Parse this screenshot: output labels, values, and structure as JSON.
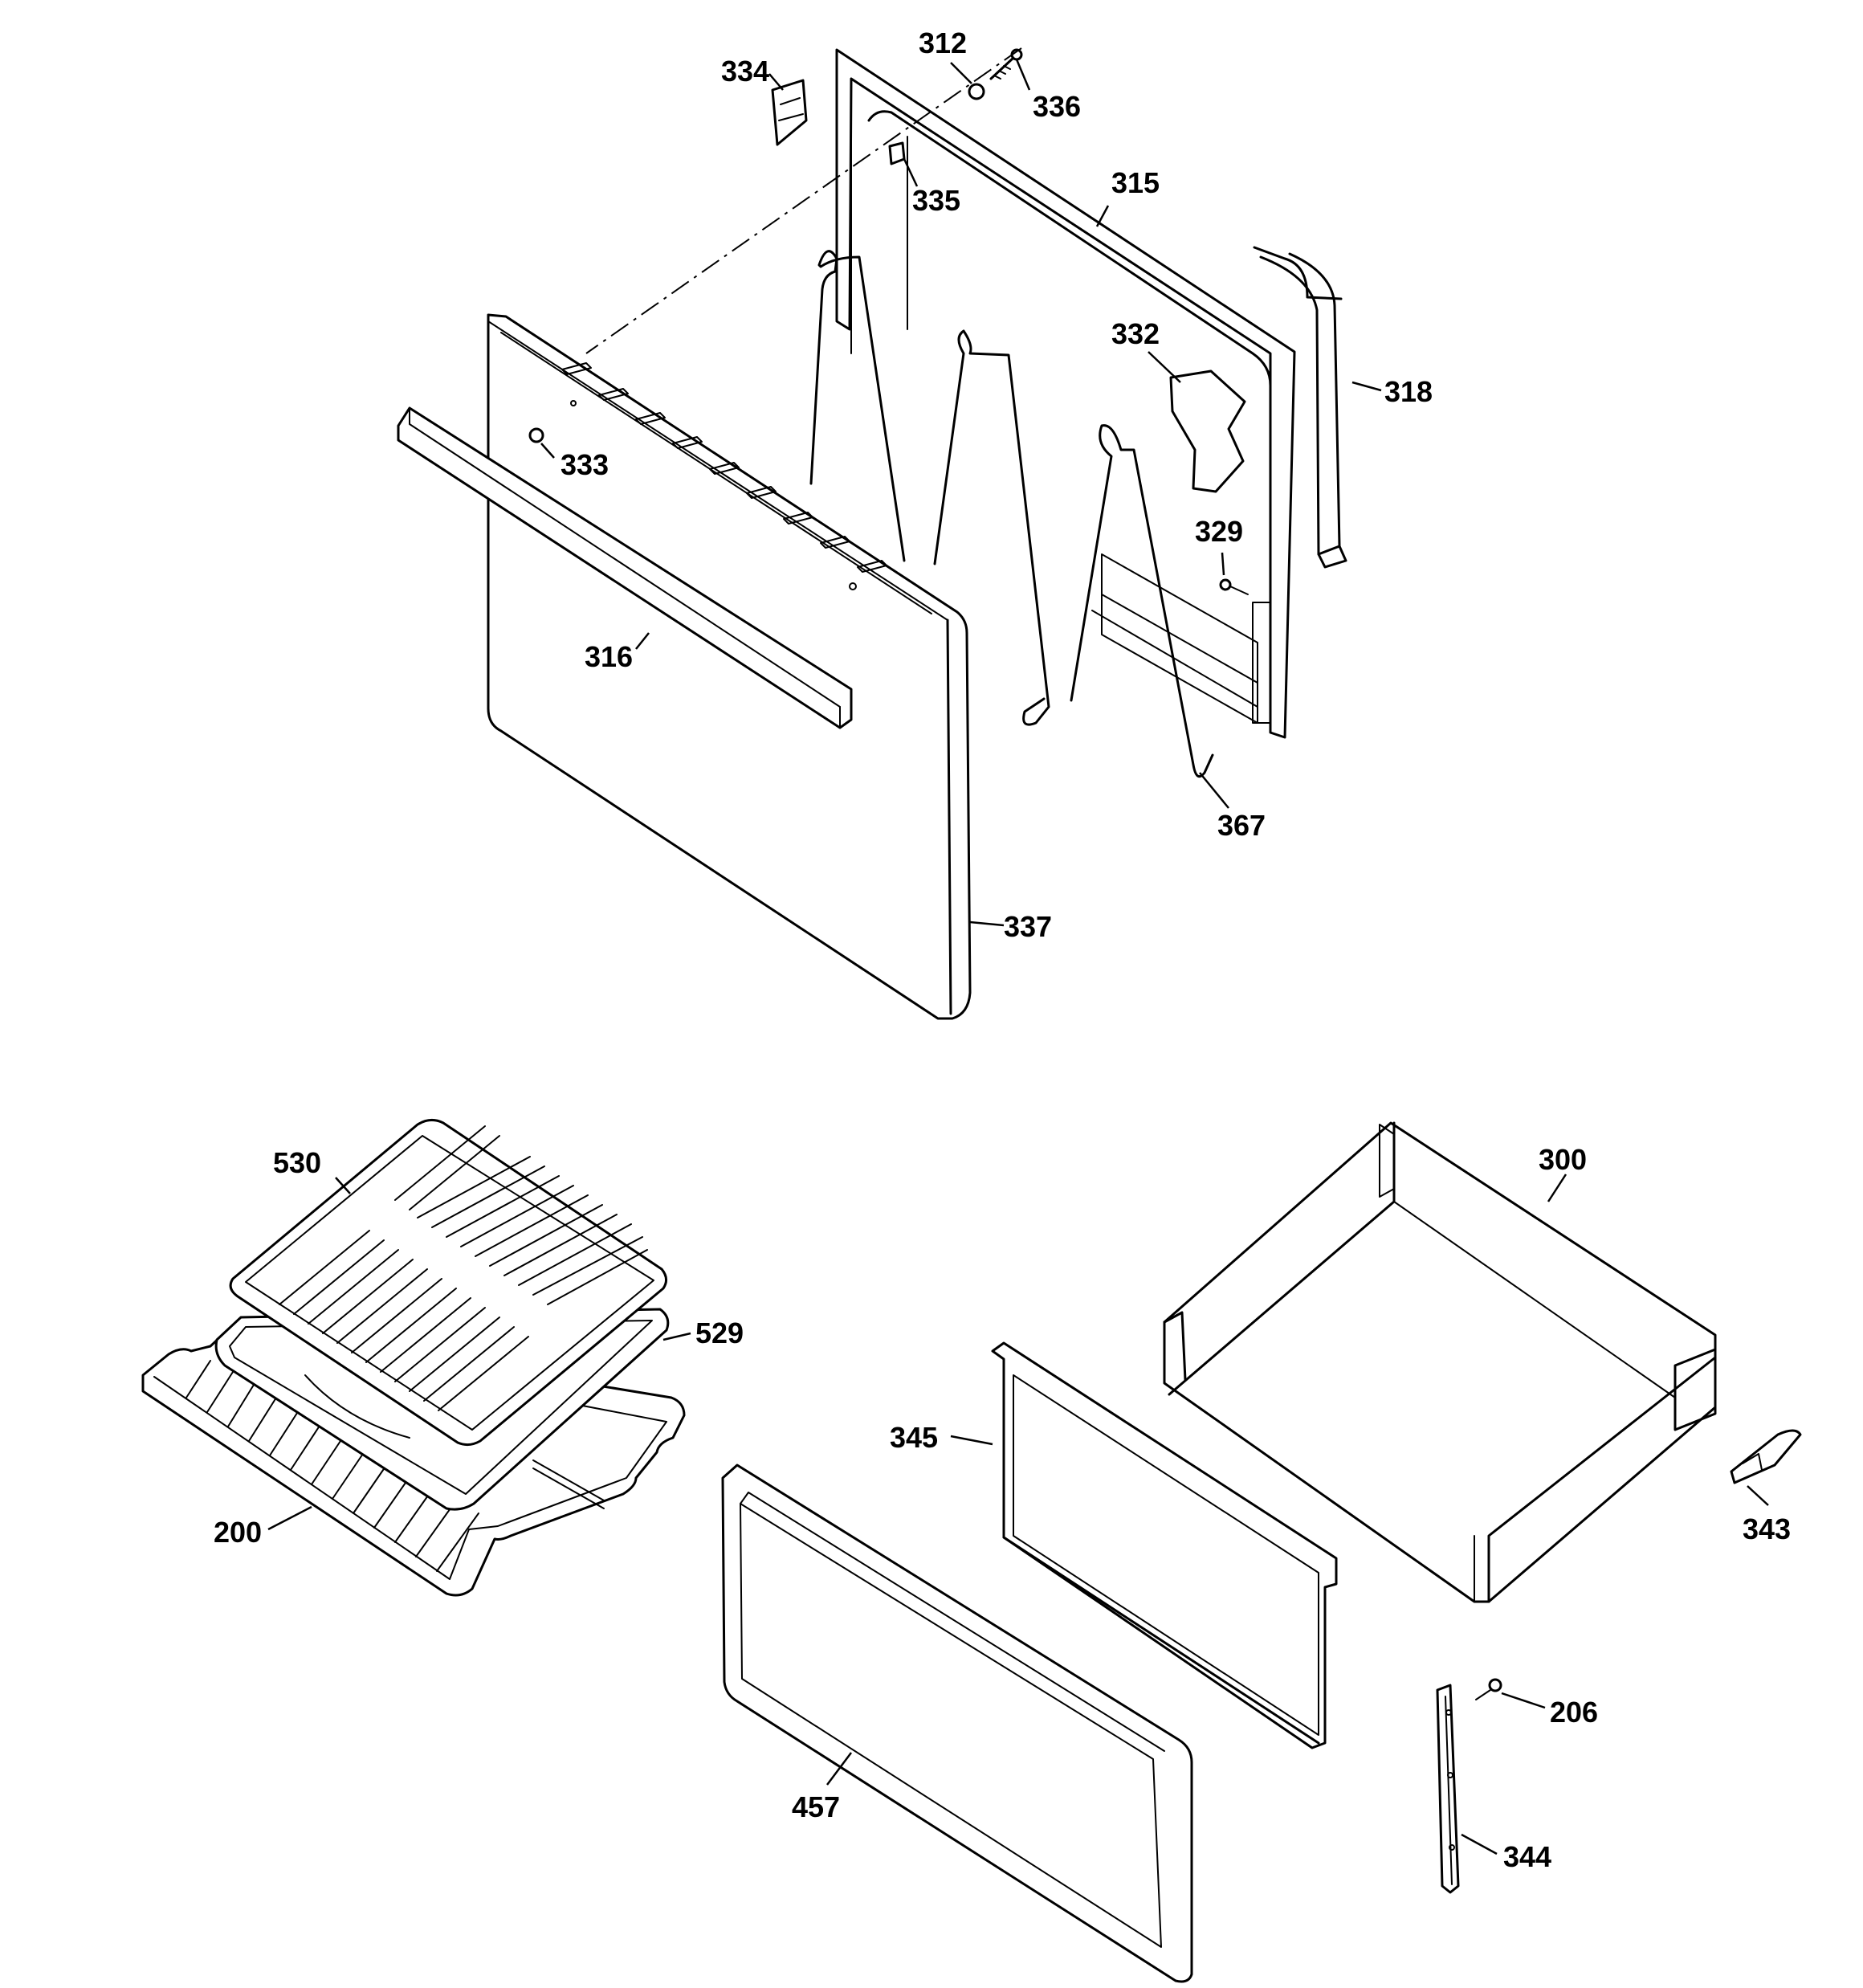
{
  "diagram": {
    "labels": {
      "p334": "334",
      "p312": "312",
      "p336": "336",
      "p335": "335",
      "p315": "315",
      "p318": "318",
      "p332": "332",
      "p333": "333",
      "p329": "329",
      "p316": "316",
      "p367": "367",
      "p337": "337",
      "p530": "530",
      "p529": "529",
      "p200": "200",
      "p300": "300",
      "p345": "345",
      "p343": "343",
      "p457": "457",
      "p206": "206",
      "p344": "344"
    }
  }
}
